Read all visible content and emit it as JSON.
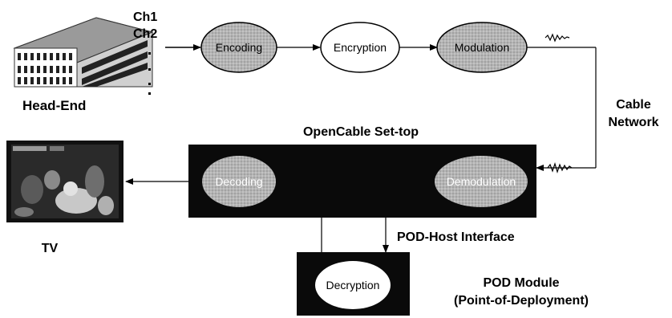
{
  "headend": {
    "label": "Head-End",
    "channels": [
      "Ch1",
      "Ch2"
    ]
  },
  "nodes": {
    "encoding": "Encoding",
    "encryption": "Encryption",
    "modulation": "Modulation",
    "decoding": "Decoding",
    "demodulation": "Demodulation",
    "decryption": "Decryption"
  },
  "labels": {
    "cable_network_1": "Cable",
    "cable_network_2": "Network",
    "settop": "OpenCable Set-top",
    "tv": "TV",
    "pod_host_interface": "POD-Host Interface",
    "pod_module_1": "POD Module",
    "pod_module_2": "(Point-of-Deployment)"
  },
  "colors": {
    "box": "#0a0a0a",
    "gray_node": "#a9a9a9",
    "white_node": "#ffffff",
    "line": "#000000"
  }
}
